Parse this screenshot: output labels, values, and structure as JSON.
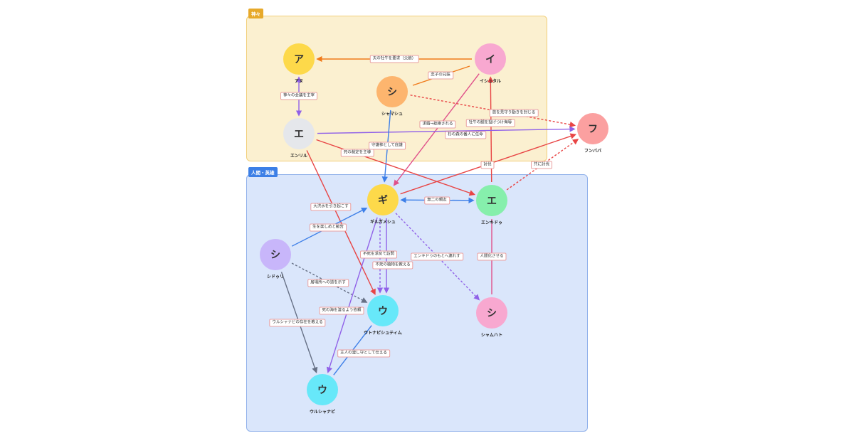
{
  "groups": {
    "gods": {
      "label": "神々"
    },
    "humans": {
      "label": "人間・英雄"
    }
  },
  "colors": {
    "red": "#e84545",
    "orange": "#f07a1a",
    "purple": "#9061e8",
    "blue": "#3d7fe8",
    "pink": "#e0508a",
    "gray": "#667085"
  },
  "nodes": [
    {
      "id": "anu",
      "initial": "ア",
      "name": "アヌ",
      "color": "#fdd94a"
    },
    {
      "id": "ishtar",
      "initial": "イ",
      "name": "イシュタル",
      "color": "#f8a8d0"
    },
    {
      "id": "shamash",
      "initial": "シ",
      "name": "シャマシュ",
      "color": "#fdb56e"
    },
    {
      "id": "enlil",
      "initial": "エ",
      "name": "エンリル",
      "color": "#e5e7eb"
    },
    {
      "id": "humbaba",
      "initial": "フ",
      "name": "フンババ",
      "color": "#fba0a0"
    },
    {
      "id": "gilgamesh",
      "initial": "ギ",
      "name": "ギルガメシュ",
      "color": "#fdd94a"
    },
    {
      "id": "enkidu",
      "initial": "エ",
      "name": "エンキドゥ",
      "color": "#86efac"
    },
    {
      "id": "siduri",
      "initial": "シ",
      "name": "シドゥリ",
      "color": "#c8b6fa"
    },
    {
      "id": "utnapishtim",
      "initial": "ウ",
      "name": "ウトナピシュティム",
      "color": "#67e8f9"
    },
    {
      "id": "shamhat",
      "initial": "シ",
      "name": "シャムハト",
      "color": "#f8a8d0"
    },
    {
      "id": "urshanabi",
      "initial": "ウ",
      "name": "ウルシャナビ",
      "color": "#67e8f9"
    }
  ],
  "edges": [
    {
      "label": "天の牡牛を要求（父娘）"
    },
    {
      "label": "恋子の兄妹"
    },
    {
      "label": "神々の会議を主宰"
    },
    {
      "label": "求婚→拒絶される"
    },
    {
      "label": "旅を見守り動きを封じる"
    },
    {
      "label": "牡牛の腿を投げつけ侮辱"
    },
    {
      "label": "杉の森の番人に任命"
    },
    {
      "label": "守護神として庇護"
    },
    {
      "label": "死の裁定を主導"
    },
    {
      "label": "討伐"
    },
    {
      "label": "共に討伐"
    },
    {
      "label": "無二の親友"
    },
    {
      "label": "大洪水を引き起こす"
    },
    {
      "label": "生を楽しめと勧告"
    },
    {
      "label": "不死を求めて訪問"
    },
    {
      "label": "不死の植物を教える"
    },
    {
      "label": "エンキドゥのもとへ連れす"
    },
    {
      "label": "人間化させる"
    },
    {
      "label": "居場所への道を示す"
    },
    {
      "label": "死の海を渡るよう依頼"
    },
    {
      "label": "ウルシャナビの存在を教える"
    },
    {
      "label": "主人の渡し守として仕える"
    }
  ]
}
